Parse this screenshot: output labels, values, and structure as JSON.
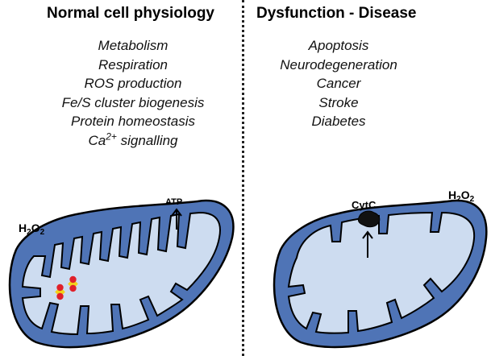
{
  "left_panel": {
    "title": "Normal cell physiology",
    "items": [
      "Metabolism",
      "Respiration",
      "ROS production",
      "Fe/S cluster biogenesis",
      "Protein homeostasis"
    ],
    "last_item_prefix": "Ca",
    "last_item_sup": "2+",
    "last_item_suffix": " signalling",
    "h2o2_label": {
      "h": "H",
      "sub1": "2",
      "o": "O",
      "sub2": "2"
    },
    "atp_label": "ATP"
  },
  "right_panel": {
    "title": "Dysfunction - Disease",
    "items": [
      "Apoptosis",
      "Neurodegeneration",
      "Cancer",
      "Stroke",
      "Diabetes"
    ],
    "h2o2_label": {
      "h": "H",
      "sub1": "2",
      "o": "O",
      "sub2": "2"
    },
    "cytc_label": "CytC"
  },
  "colors": {
    "outer_membrane": "#4f74b6",
    "inner_matrix": "#cddcf0",
    "outline": "#000000",
    "fes_red": "#e0202a",
    "fes_yellow": "#f2d21a"
  }
}
